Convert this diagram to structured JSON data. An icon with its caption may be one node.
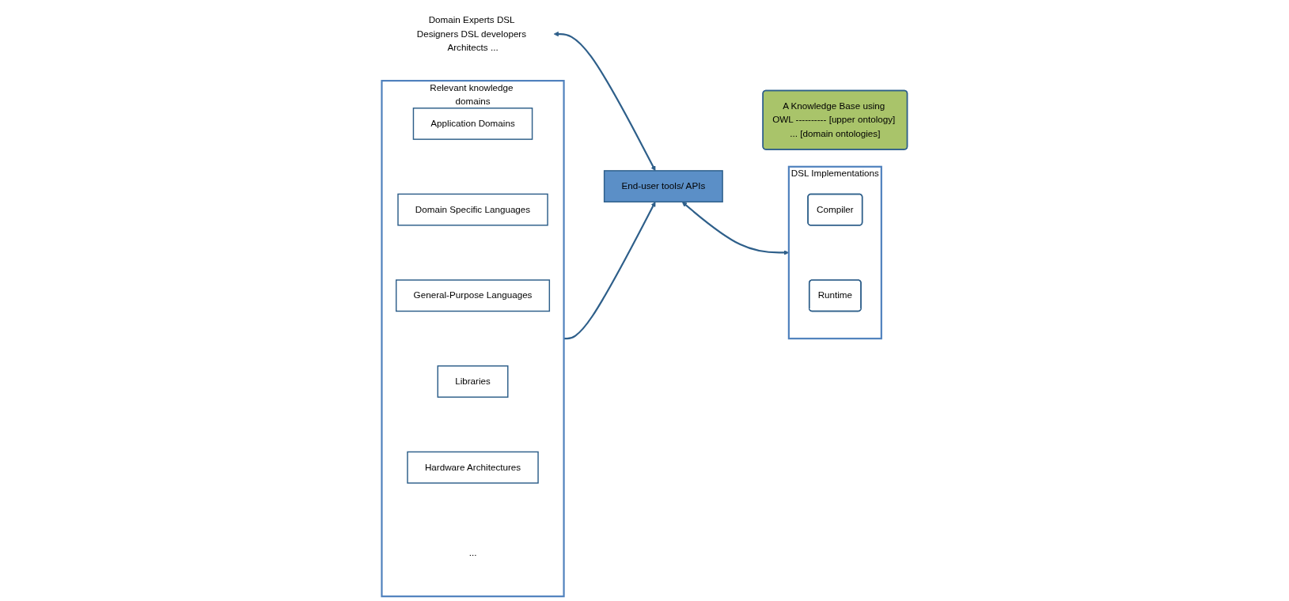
{
  "diagram": {
    "nodes": [
      {
        "text": [
          "Relevant knowledge domains",
          "..."
        ]
      },
      {
        "text": [
          "Application Domains"
        ],
        "in": 0
      },
      {
        "text": [
          "Domain Specific Languages"
        ],
        "in": 0
      },
      {
        "text": [
          "General-Purpose Languages"
        ],
        "in": 0
      },
      {
        "text": [
          "Libraries"
        ],
        "in": 0
      },
      {
        "text": [
          "Hardware Architectures"
        ],
        "in": 0
      },
      {
        "text": [
          "Domain Experts DSL Designers DSL developers Architects ..."
        ]
      },
      {
        "text": [
          "End-user tools/ APIs"
        ]
      },
      {
        "text": [
          "A Knowledge Base using OWL ---------- [upper ontology] ... [domain ontologies]"
        ]
      },
      {
        "text": [
          "DSL Implementations"
        ]
      },
      {
        "text": [
          "Compiler"
        ],
        "in": 9
      },
      {
        "text": [
          "Runtime"
        ],
        "in": 9
      }
    ],
    "edges": [
      {
        "from": 0,
        "to": 7,
        "arrow": "to"
      },
      {
        "from": 6,
        "to": 7,
        "arrow": "both"
      },
      {
        "from": 7,
        "to": 9,
        "arrow": "both"
      }
    ]
  }
}
